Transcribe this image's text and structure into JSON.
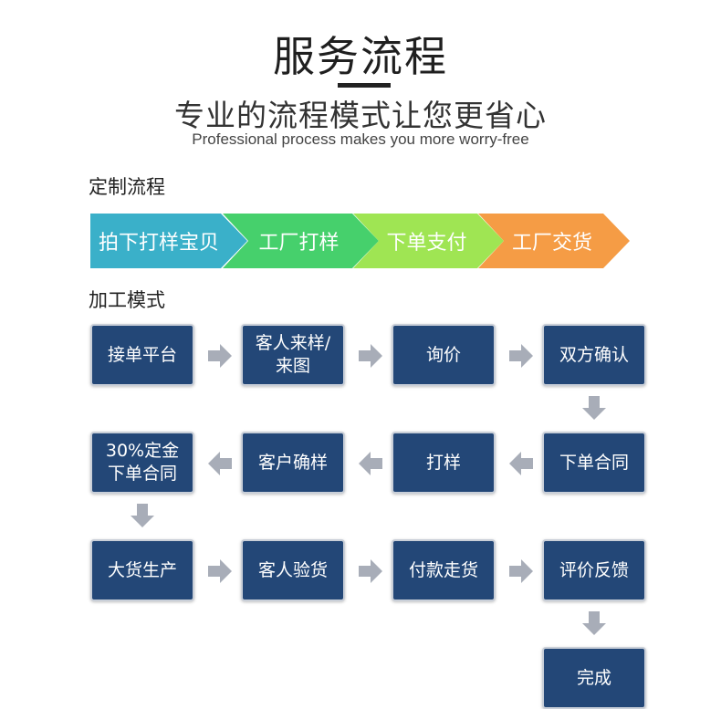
{
  "header": {
    "title": "服务流程",
    "subtitle": "专业的流程模式让您更省心",
    "subtitle_en": "Professional process makes you more worry-free"
  },
  "custom_process": {
    "label": "定制流程",
    "steps": [
      "拍下打样宝贝",
      "工厂打样",
      "下单支付",
      "工厂交货"
    ],
    "colors": [
      "#3ab0c9",
      "#46d06c",
      "#9fe553",
      "#f59c45"
    ]
  },
  "processing_mode": {
    "label": "加工模式",
    "steps": [
      "接单平台",
      "客人来样/\n来图",
      "询价",
      "双方确认",
      "下单合同",
      "打样",
      "客户确样",
      "30%定金\n下单合同",
      "大货生产",
      "客人验货",
      "付款走货",
      "评价反馈",
      "完成"
    ],
    "box_color": "#234777",
    "arrow_color": "#a8adb8"
  }
}
